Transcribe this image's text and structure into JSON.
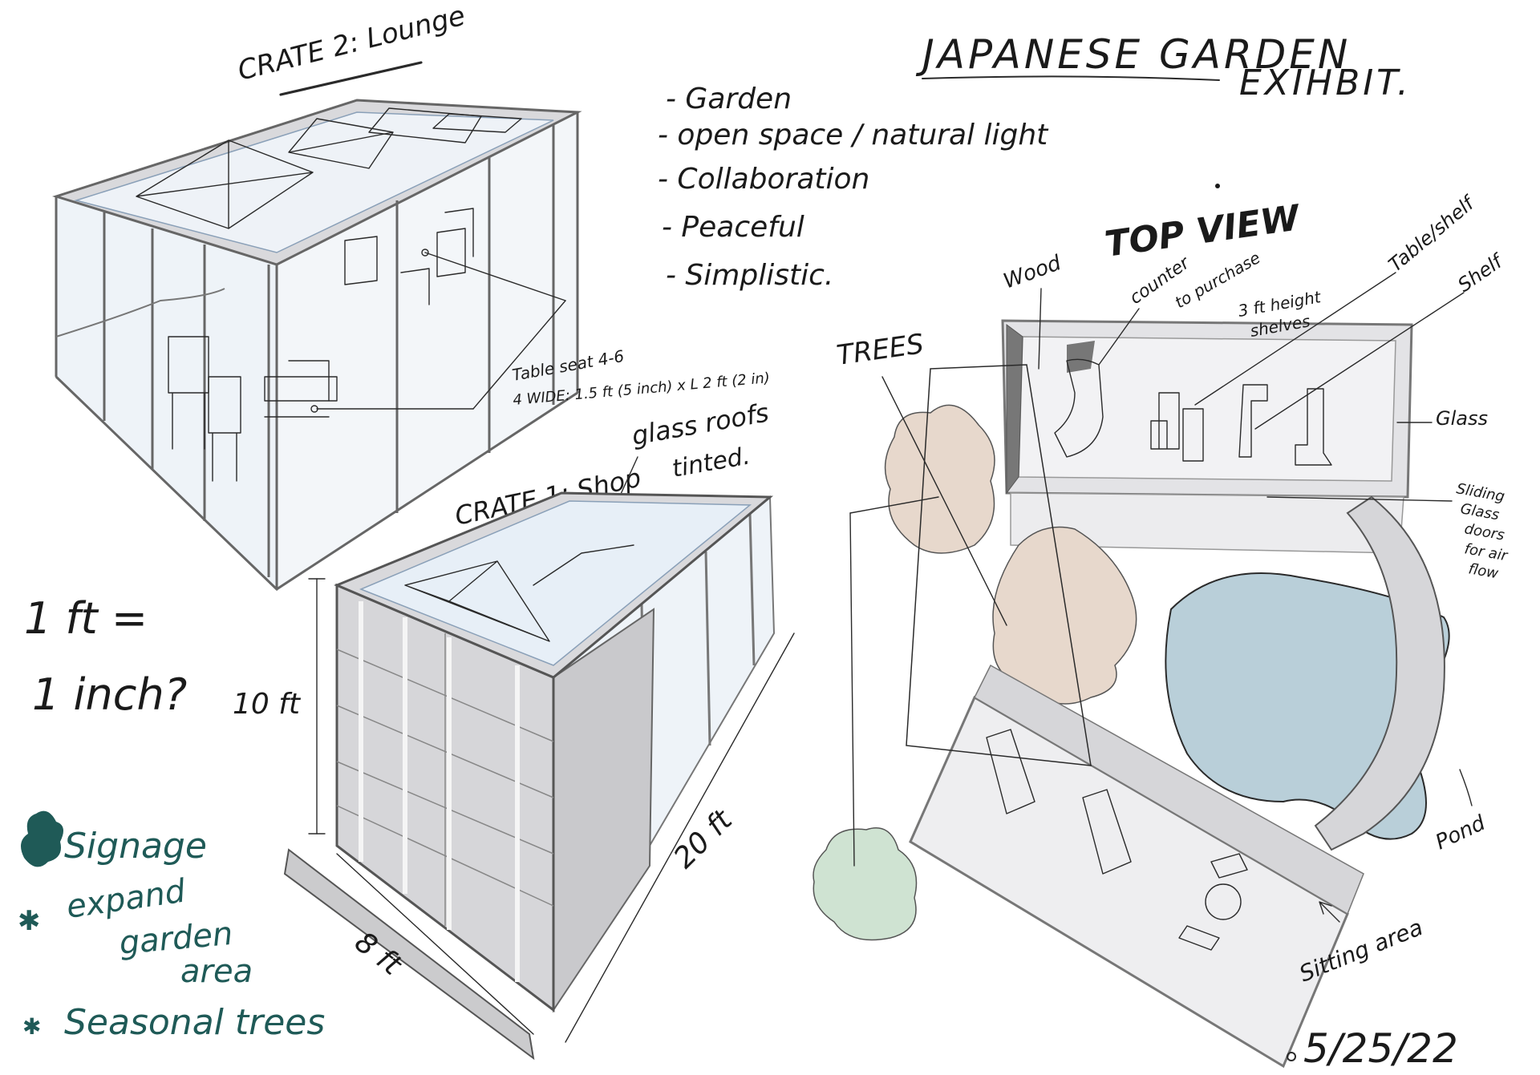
{
  "title_line1": "JAPANESE GARDEN",
  "title_line2": "EXIHBIT.",
  "goals": [
    "- Garden",
    "- open space / natural light",
    "- Collaboration",
    "- Peaceful",
    "- Simplistic."
  ],
  "crate2_label": "CRATE 2: Lounge",
  "crate1_label": "CRATE 1: Shop",
  "table_note_line1": "Table seat 4-6",
  "table_note_line2": "4 WIDE: 1.5 ft (5 inch) x L 2 ft (2 in)",
  "glass_roof_line1": "glass roofs",
  "glass_roof_line2": "tinted.",
  "scale_line1": "1 ft =",
  "scale_line2": "1 inch?",
  "dim_height": "10 ft",
  "dim_length": "20 ft",
  "dim_width": "8 ft",
  "top_view_label": "TOP VIEW",
  "topview_labels": {
    "wood": "Wood",
    "counter_line1": "counter",
    "counter_line2": "to purchase",
    "shelf_height_line1": "3 ft height",
    "shelf_height_line2": "shelves",
    "table_shelf": "Table/shelf",
    "shelf": "Shelf",
    "trees": "TREES",
    "glass": "Glass",
    "sliding_line1": "Sliding",
    "sliding_line2": "Glass",
    "sliding_line3": "doors",
    "sliding_line4": "for air",
    "sliding_line5": "flow",
    "pond": "Pond",
    "sitting_area": "Sitting area"
  },
  "notes": [
    "Signage",
    "expand",
    "garden",
    "area",
    "Seasonal trees"
  ],
  "date": "5/25/22",
  "colors": {
    "ink": "#2a2a2a",
    "note_green": "#1f5a57",
    "pond_blue": "#b9cfd9",
    "tree_tan": "#e7d8cc",
    "tree_green": "#cfe3d2",
    "crate_grey": "#d9d9dc",
    "glass_blue": "#e4edf6"
  },
  "icons": [
    "tree-icon",
    "bullet-star-icon"
  ]
}
